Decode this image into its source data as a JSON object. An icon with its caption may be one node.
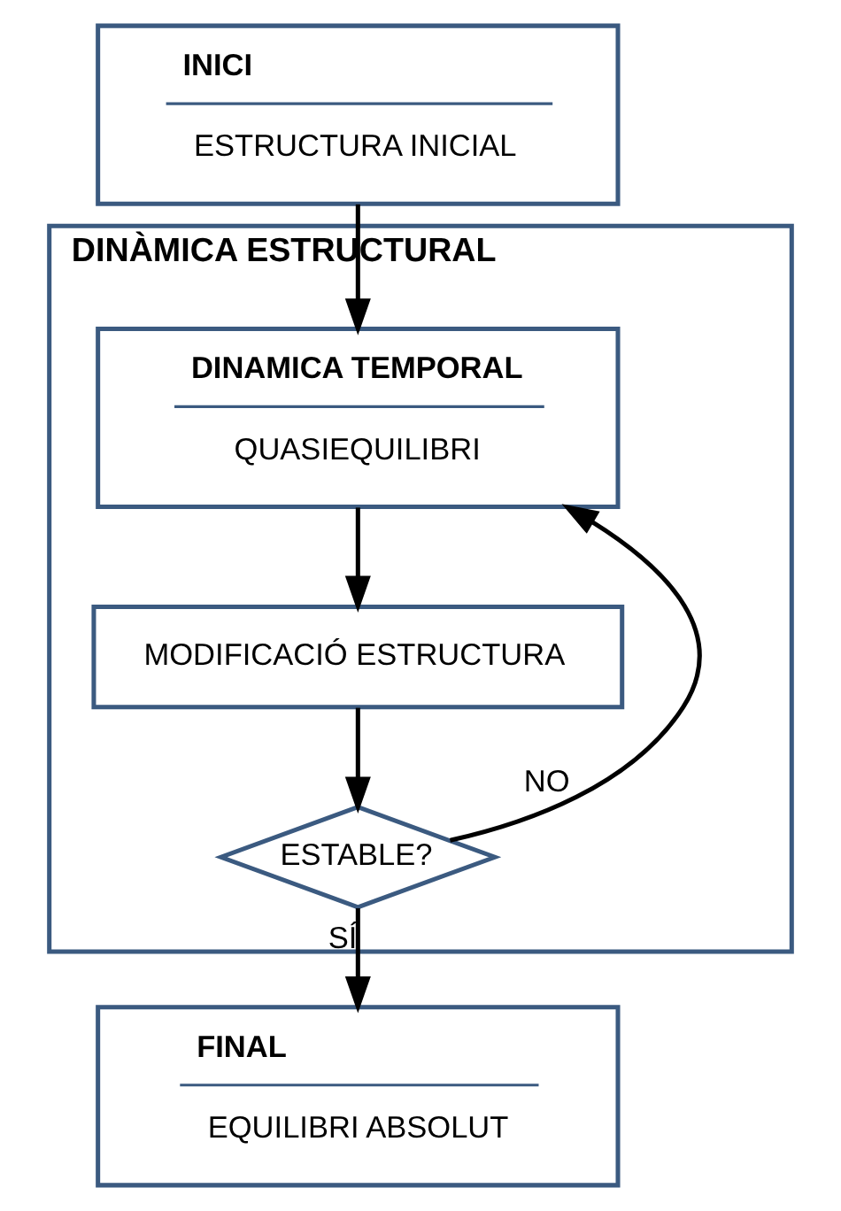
{
  "diagram": {
    "nodes": [
      {
        "text": [
          "INICI",
          "ESTRUCTURA INICIAL"
        ]
      },
      {
        "text": [
          "DINÀMICA ESTRUCTURAL"
        ]
      },
      {
        "text": [
          "DINAMICA TEMPORAL",
          "QUASIEQUILIBRI"
        ],
        "in": 1
      },
      {
        "text": [
          "MODIFICACIÓ ESTRUCTURA"
        ],
        "in": 1
      },
      {
        "text": [
          "ESTABLE?"
        ],
        "in": 1
      },
      {
        "text": [
          "FINAL",
          "EQUILIBRI ABSOLUT"
        ]
      }
    ],
    "edges": [
      {
        "from": 0,
        "to": 2,
        "arrow": "to"
      },
      {
        "from": 2,
        "to": 3,
        "arrow": "to"
      },
      {
        "from": 3,
        "to": 4,
        "arrow": "to"
      },
      {
        "from": 4,
        "to": 2,
        "arrow": "to",
        "label": "NO"
      },
      {
        "from": 4,
        "to": 5,
        "arrow": "to",
        "label": "SÍ"
      }
    ]
  }
}
